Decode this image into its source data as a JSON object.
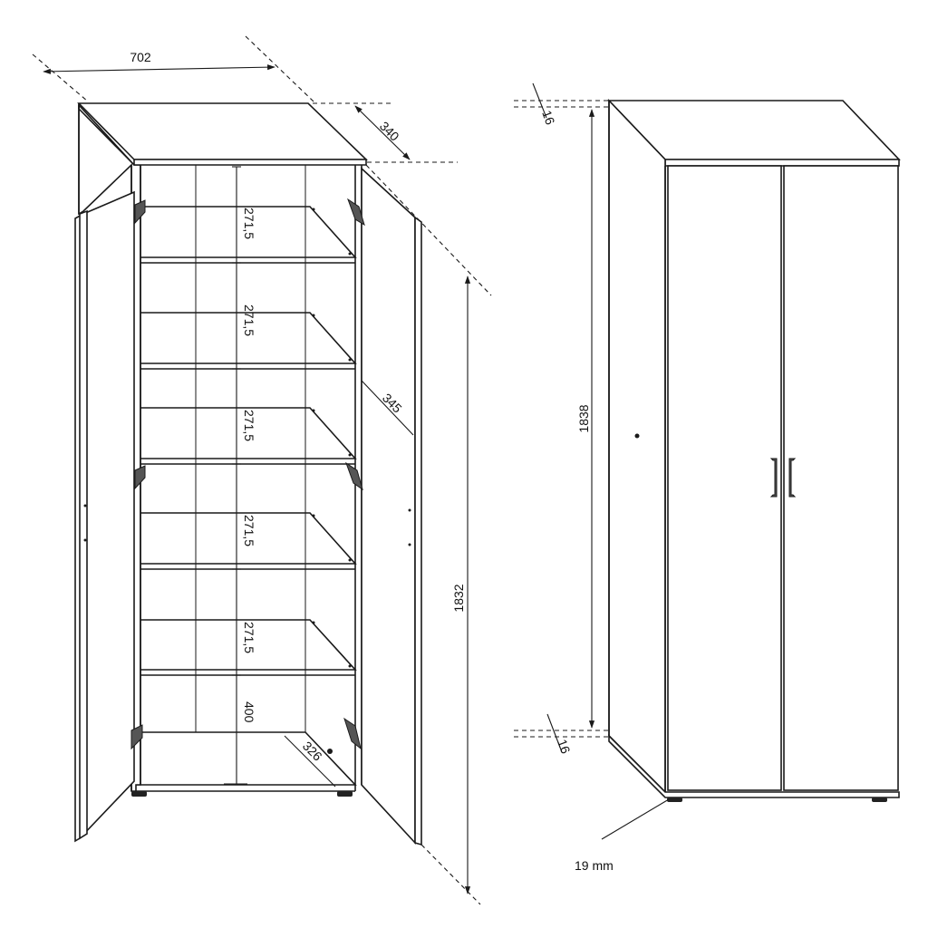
{
  "open_view": {
    "dimensions": {
      "width": "702",
      "depth": "340",
      "door_depth": "345",
      "height": "1832",
      "bottom_depth": "326",
      "shelf_spacings": [
        "271,5",
        "271,5",
        "271,5",
        "271,5",
        "271,5"
      ],
      "bottom_clearance": "400"
    }
  },
  "closed_view": {
    "dimensions": {
      "height": "1838",
      "top_thickness": "16",
      "bottom_thickness": "16",
      "door_thickness": "19 mm"
    }
  }
}
